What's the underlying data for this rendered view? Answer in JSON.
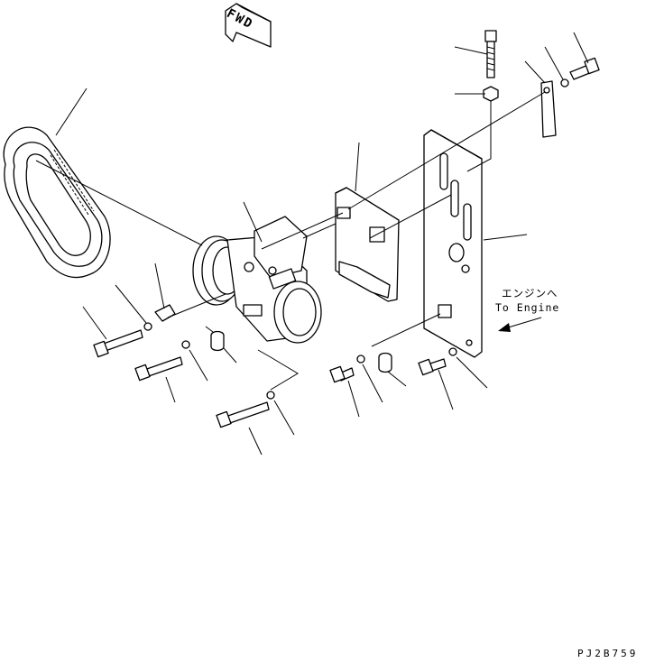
{
  "direction_marker": {
    "text": "FWD"
  },
  "engine_note": {
    "jp": "エンジンへ",
    "en": "To Engine"
  },
  "drawing_code": "PJ2B759"
}
